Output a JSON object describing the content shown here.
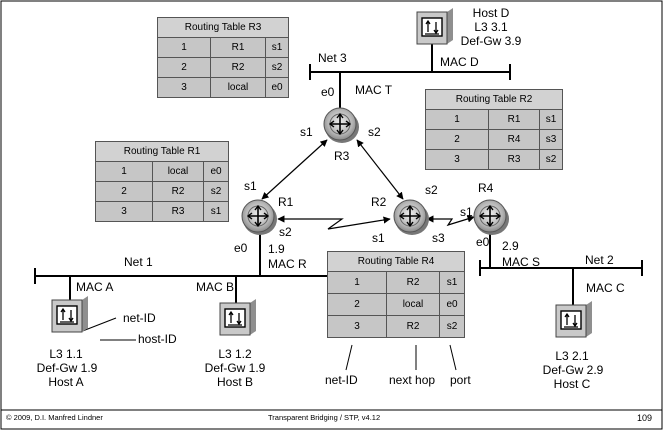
{
  "hosts": {
    "A": {
      "name": "Host A",
      "l3": "L3 1.1",
      "gw": "Def-Gw  1.9",
      "mac": "MAC A"
    },
    "B": {
      "name": "Host B",
      "l3": "L3 1.2",
      "gw": "Def-Gw  1.9",
      "mac": "MAC B"
    },
    "C": {
      "name": "Host C",
      "l3": "L3 2.1",
      "gw": "Def-Gw  2.9",
      "mac": "MAC C"
    },
    "D": {
      "name": "Host D",
      "l3": "L3 3.1",
      "gw": "Def-Gw  3.9",
      "mac": "MAC D"
    }
  },
  "nets": {
    "net1": "Net 1",
    "net2": "Net 2",
    "net3": "Net 3"
  },
  "routers": {
    "r1": {
      "name": "R1",
      "if_s1": "s1",
      "if_s2": "s2",
      "if_e0": "e0",
      "addr": "1.9",
      "mac": "MAC R"
    },
    "r2": {
      "name": "R2",
      "if_s1": "s1",
      "if_s2": "s2",
      "if_s3": "s3"
    },
    "r3": {
      "name": "R3",
      "if_s1": "s1",
      "if_s2": "s2",
      "if_e0": "e0",
      "mac": "MAC T"
    },
    "r4": {
      "name": "R4",
      "if_s1": "s1",
      "if_e0": "e0",
      "addr": "2.9",
      "mac": "MAC S"
    }
  },
  "tables": {
    "r1": {
      "title": "Routing Table R1",
      "rows": [
        [
          "1",
          "local",
          "e0"
        ],
        [
          "2",
          "R2",
          "s2"
        ],
        [
          "3",
          "R3",
          "s1"
        ]
      ]
    },
    "r2": {
      "title": "Routing Table R2",
      "rows": [
        [
          "1",
          "R1",
          "s1"
        ],
        [
          "2",
          "R4",
          "s3"
        ],
        [
          "3",
          "R3",
          "s2"
        ]
      ]
    },
    "r3": {
      "title": "Routing Table R3",
      "rows": [
        [
          "1",
          "R1",
          "s1"
        ],
        [
          "2",
          "R2",
          "s2"
        ],
        [
          "3",
          "local",
          "e0"
        ]
      ]
    },
    "r4": {
      "title": "Routing Table R4",
      "rows": [
        [
          "1",
          "R2",
          "s1"
        ],
        [
          "2",
          "local",
          "e0"
        ],
        [
          "3",
          "R2",
          "s2"
        ]
      ]
    }
  },
  "annotations": {
    "net_id": "net-ID",
    "host_id": "host-ID",
    "next_hop": "next hop",
    "port": "port"
  },
  "footer": {
    "left": "© 2009, D.I. Manfred Lindner",
    "center": "Transparent Bridging / STP, v4.12",
    "page": "109"
  },
  "icons": {
    "router": "router-icon",
    "host": "host-icon"
  }
}
